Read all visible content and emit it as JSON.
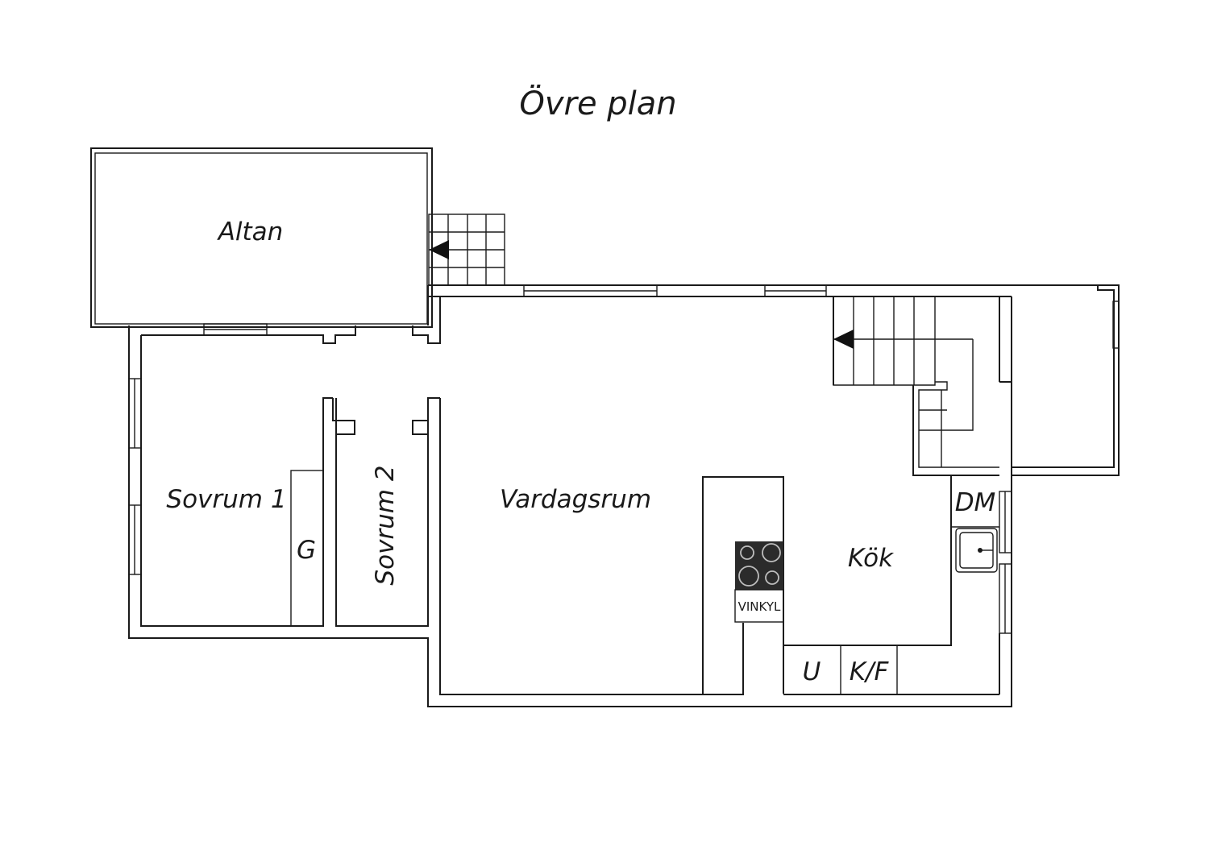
{
  "title": "Övre plan",
  "rooms": {
    "altan": "Altan",
    "sovrum1": "Sovrum 1",
    "sovrum2": "Sovrum 2",
    "vardagsrum": "Vardagsrum",
    "kok": "Kök",
    "garderob": "G",
    "diskmaskin": "DM",
    "ugn": "U",
    "kylfrys": "K/F",
    "vinkyl": "VINKYL"
  }
}
